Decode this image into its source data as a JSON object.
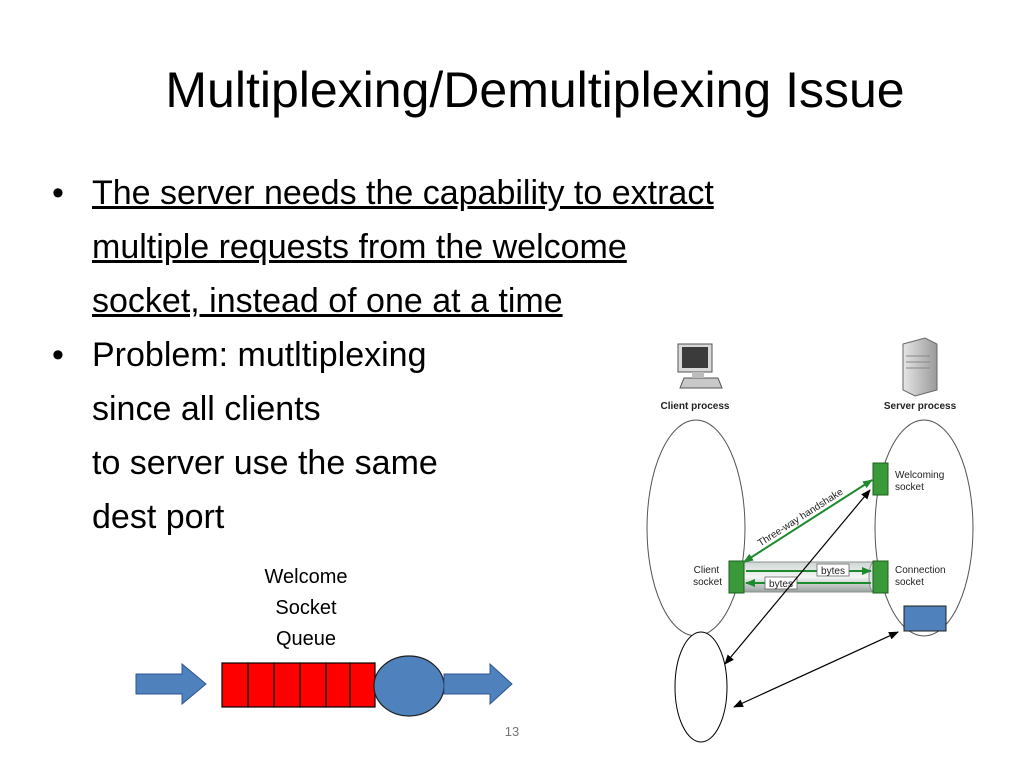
{
  "slide": {
    "title": "Multiplexing/Demultiplexing Issue",
    "bullets": [
      {
        "marker": "•",
        "lines": [
          "The server needs the capability to extract",
          "multiple requests from the welcome",
          "socket, instead of one at a time"
        ]
      },
      {
        "marker": "•",
        "lines": [
          "Problem: mutltiplexing",
          "since all clients",
          "to server use the same",
          "dest port"
        ]
      }
    ],
    "queue_label": [
      "Welcome",
      "Socket",
      "Queue"
    ],
    "page_number": "13"
  },
  "figure": {
    "client_process": "Client process",
    "server_process": "Server process",
    "welcoming_socket": [
      "Welcoming",
      "socket"
    ],
    "client_socket": [
      "Client",
      "socket"
    ],
    "connection_socket": [
      "Connection",
      "socket"
    ],
    "handshake": "Three-way handshake",
    "bytes_top": "bytes",
    "bytes_bottom": "bytes",
    "icons": [
      "computer-icon",
      "server-icon"
    ]
  },
  "colors": {
    "arrow_fill": "#4f81bd",
    "queue_fill": "#ff0000",
    "socket_green": "#3a9a3a",
    "handshake_green": "#1e8a2e",
    "process_oval": "#555555"
  }
}
